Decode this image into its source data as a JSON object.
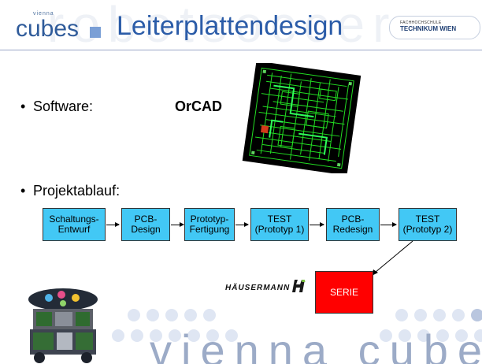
{
  "header": {
    "logo_small_text": "vienna",
    "logo_text": "cubes",
    "title": "Leiterplattendesign",
    "partner_logo_top": "FACHHOCHSCHULE",
    "partner_logo_bottom": "TECHNIKUM WIEN",
    "watermark": "robotsoccer"
  },
  "content": {
    "bullet1_label": "Software:",
    "bullet1_value": "OrCAD",
    "bullet2_label": "Projektablauf:",
    "flow": [
      {
        "line1": "Schaltungs-",
        "line2": "Entwurf"
      },
      {
        "line1": "PCB-",
        "line2": "Design"
      },
      {
        "line1": "Prototyp-",
        "line2": "Fertigung"
      },
      {
        "line1": "TEST",
        "line2": "(Prototyp 1)"
      },
      {
        "line1": "PCB-",
        "line2": "Redesign"
      },
      {
        "line1": "TEST",
        "line2": "(Prototyp 2)"
      }
    ],
    "final_step": "SERIE",
    "manufacturer": "HÄUSERMANN"
  },
  "footer": {
    "watermark": "vienna cubes"
  },
  "colors": {
    "title": "#2b5ca8",
    "flow_box": "#42c8f5",
    "serie_box": "#ff0000",
    "pcb_background": "#000000",
    "pcb_traces": "#22dd22"
  }
}
